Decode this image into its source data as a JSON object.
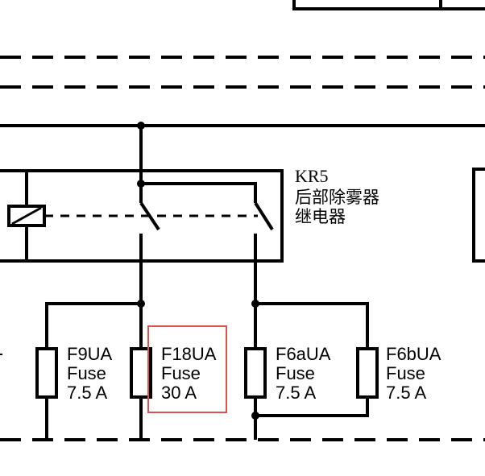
{
  "relay": {
    "code": "KR5",
    "name_line1": "后部除雾器",
    "name_line2": "继电器"
  },
  "fuses": [
    {
      "id": "F9UA",
      "type": "Fuse",
      "rating": "7.5 A",
      "highlighted": false
    },
    {
      "id": "F18UA",
      "type": "Fuse",
      "rating": "30 A",
      "highlighted": true
    },
    {
      "id": "F6aUA",
      "type": "Fuse",
      "rating": "7.5 A",
      "highlighted": false
    },
    {
      "id": "F6bUA",
      "type": "Fuse",
      "rating": "7.5 A",
      "highlighted": false
    }
  ],
  "colors": {
    "line": "#000000",
    "highlight": "#e05050",
    "background": "#ffffff"
  }
}
